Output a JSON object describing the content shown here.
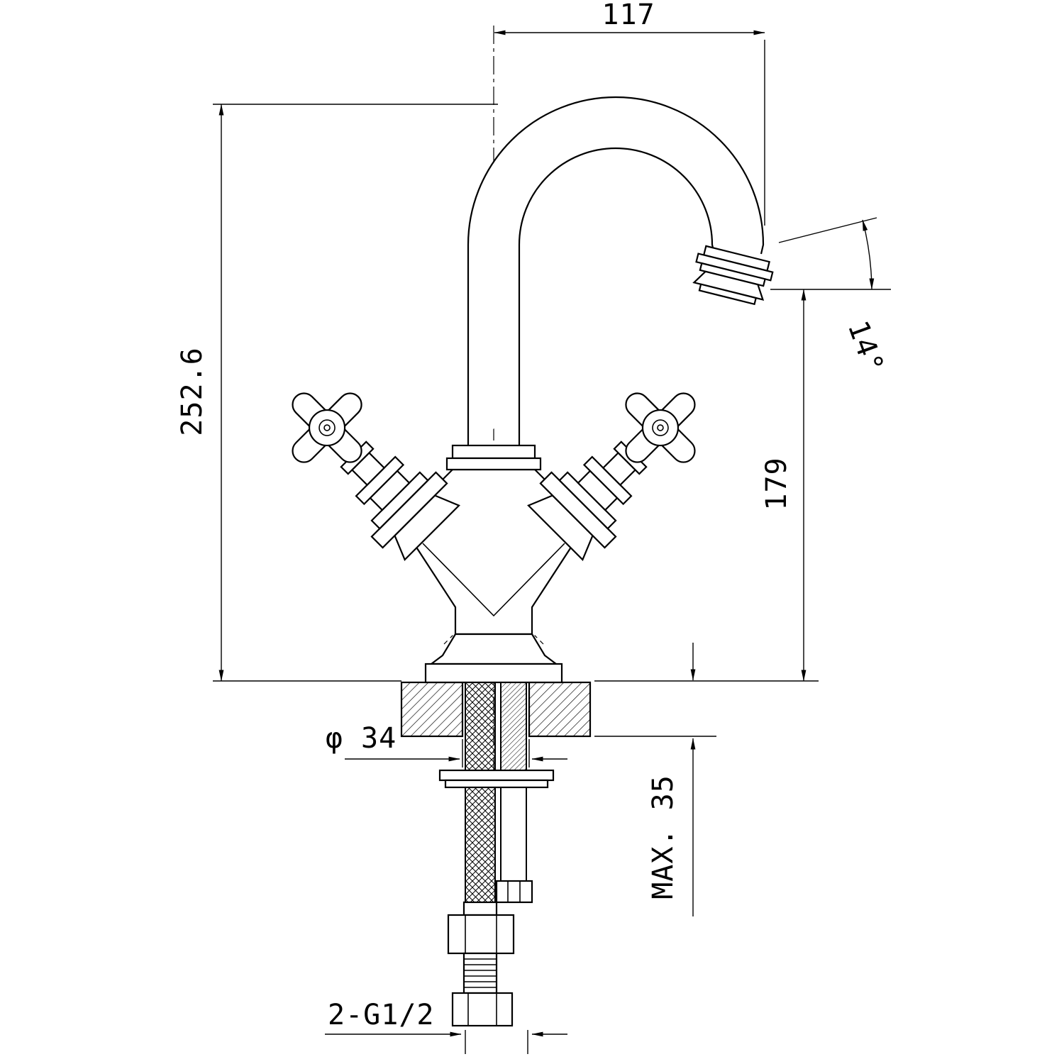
{
  "drawing": {
    "type": "technical-drawing",
    "dims": {
      "spout_reach": "117",
      "overall_height": "252.6",
      "spout_angle": "14°",
      "outlet_height": "179",
      "hole_diameter": "φ 34",
      "deck_thickness": "MAX. 35",
      "thread": "2-G1/2"
    }
  }
}
